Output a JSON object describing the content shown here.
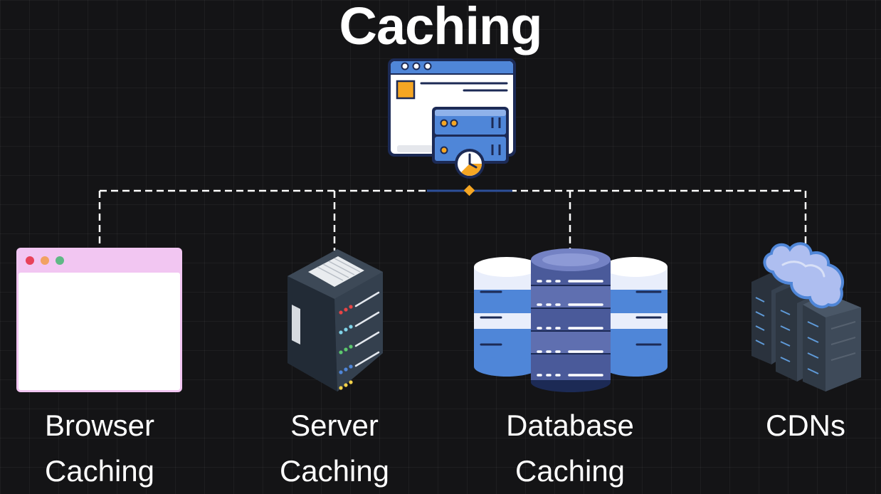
{
  "title": "Caching",
  "colors": {
    "background": "#141416",
    "connector": "#ffffff",
    "accent_orange": "#f5a623",
    "accent_blue": "#4f86d8",
    "browser_header": "#f2c6f2",
    "cloud": "#aebef0",
    "server_body": "#34404e"
  },
  "icons": {
    "center": "web-cache-icon",
    "browser": "browser-window-icon",
    "server": "server-rack-icon",
    "database": "database-stack-icon",
    "cdn": "cloud-servers-icon"
  },
  "categories": [
    {
      "line1": "Browser",
      "line2": "Caching"
    },
    {
      "line1": "Server",
      "line2": "Caching"
    },
    {
      "line1": "Database",
      "line2": "Caching"
    },
    {
      "line1": "CDNs",
      "line2": ""
    }
  ]
}
